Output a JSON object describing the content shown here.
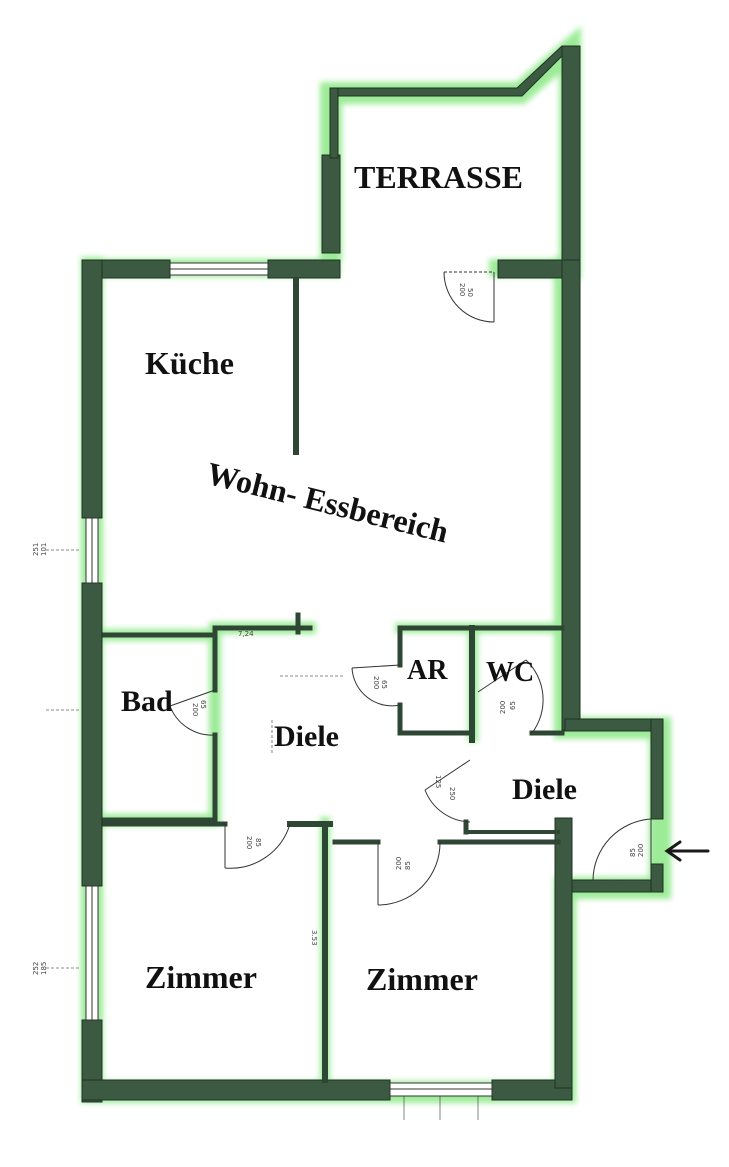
{
  "rooms": {
    "terrasse": "TERRASSE",
    "kueche": "Küche",
    "wohn": "Wohn- Essbereich",
    "bad": "Bad",
    "ar": "AR",
    "wc": "WC",
    "diele1": "Diele",
    "diele2": "Diele",
    "zimmer1": "Zimmer",
    "zimmer2": "Zimmer"
  },
  "dimensions": {
    "terrace_door": [
      "50",
      "200"
    ],
    "ar_door": [
      "65",
      "200"
    ],
    "wc_door": [
      "65",
      "200"
    ],
    "bad_door": [
      "65",
      "200"
    ],
    "diele_door": [
      "250",
      "125"
    ],
    "entrance_door": [
      "85",
      "200"
    ],
    "zimmer1_door": [
      "85",
      "200"
    ],
    "zimmer2_door": [
      "85",
      "200"
    ],
    "window_left_upper": [
      "101",
      "251"
    ],
    "window_left_lower": [
      "185",
      "252"
    ],
    "wall_dim": [
      "3.53"
    ],
    "dim_7_24": "7,24"
  },
  "colors": {
    "wall": "#2e4a34",
    "highlight": "#7fe07a",
    "line": "#222222"
  },
  "icons": {
    "entrance": "entrance-arrow-icon"
  }
}
